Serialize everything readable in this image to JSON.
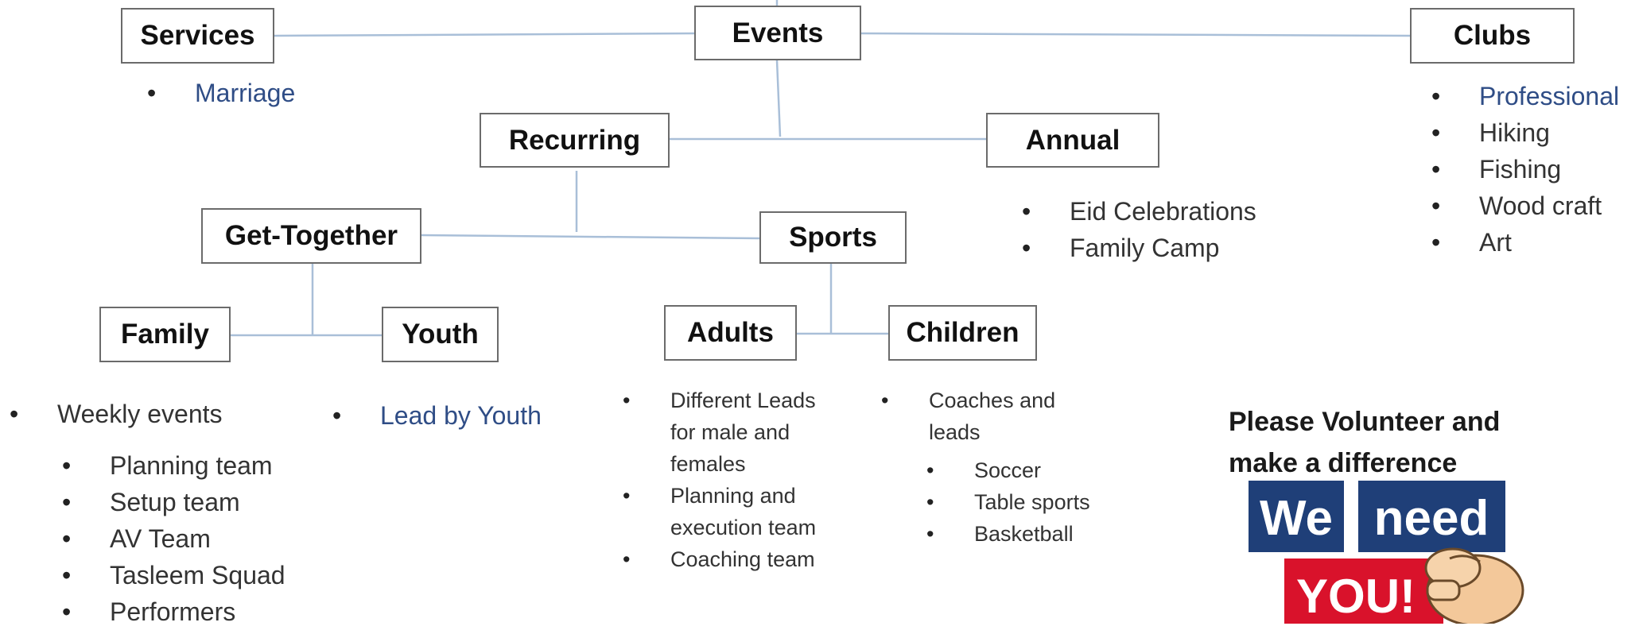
{
  "nodes": {
    "events": "Events",
    "services": "Services",
    "clubs": "Clubs",
    "recurring": "Recurring",
    "annual": "Annual",
    "get_together": "Get-Together",
    "sports": "Sports",
    "family": "Family",
    "youth": "Youth",
    "adults": "Adults",
    "children": "Children"
  },
  "services_list": [
    "Marriage"
  ],
  "clubs_list": [
    "Professional",
    "Hiking",
    "Fishing",
    "Wood craft",
    "Art"
  ],
  "annual_list": [
    "Eid Celebrations",
    "Family Camp"
  ],
  "family_list": {
    "main": "Weekly events",
    "sub": [
      "Planning team",
      "Setup team",
      "AV Team",
      "Tasleem Squad",
      "Performers"
    ]
  },
  "youth_list": [
    "Lead by Youth"
  ],
  "adults_list": [
    "Different Leads for male and females",
    "Planning and execution team",
    "Coaching team"
  ],
  "children_list": {
    "main": "Coaches and leads",
    "sub": [
      "Soccer",
      "Table sports",
      "Basketball"
    ]
  },
  "volunteer": {
    "line1": "Please Volunteer and",
    "line2": "make a difference",
    "badge_word1": "We",
    "badge_word2": "need",
    "badge_word3": "YOU!",
    "colors": {
      "navy": "#1f3f78",
      "red": "#d9122b"
    }
  },
  "colors": {
    "connector": "#a9bfd8",
    "box_border": "#6b6b6b",
    "blue_text": "#2f4d86"
  }
}
